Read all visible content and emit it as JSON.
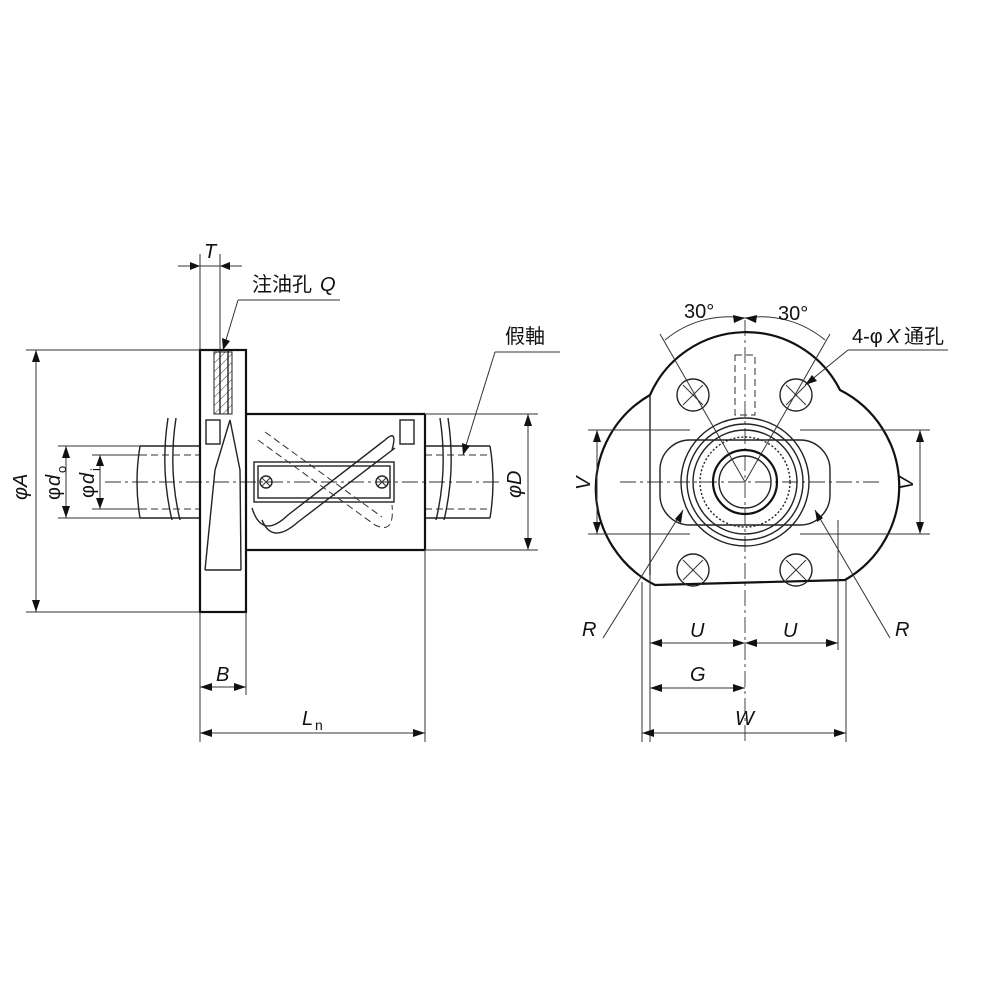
{
  "side_view": {
    "dim_T": "T",
    "oil_hole": "注油孔",
    "oil_hole_var": "Q",
    "dummy_shaft": "假軸",
    "dim_A": "φA",
    "dim_do_phi": "φ",
    "dim_do_d": "d",
    "dim_do_sub": "o",
    "dim_di_phi": "φ",
    "dim_di_d": "d",
    "dim_di_sub": "i",
    "dim_D": "φD",
    "dim_B": "B",
    "dim_Ln_L": "L",
    "dim_Ln_sub": "n"
  },
  "front_view": {
    "angle_left": "30°",
    "angle_right": "30°",
    "holes_prefix": "4-φ",
    "holes_var": "X",
    "holes_suffix": "通孔",
    "dim_V_left": "V",
    "dim_V_right": "V",
    "dim_R_left": "R",
    "dim_R_right": "R",
    "dim_U_left": "U",
    "dim_U_right": "U",
    "dim_G": "G",
    "dim_W": "W"
  }
}
